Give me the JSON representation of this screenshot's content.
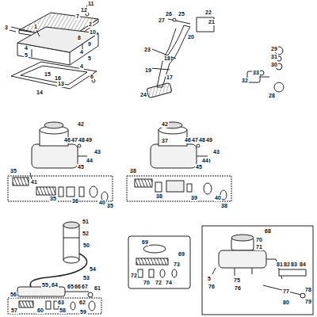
{
  "diagram": {
    "labels": [
      "11",
      "12",
      "7",
      "2",
      "10",
      "8",
      "1",
      "3",
      "4",
      "5",
      "9",
      "4",
      "5",
      "4",
      "15",
      "16",
      "13",
      "14",
      "6",
      "26",
      "25",
      "22",
      "27",
      "21",
      "20",
      "23",
      "18",
      "19",
      "17",
      "24",
      "29",
      "31",
      "30",
      "33",
      "32",
      "28",
      "42",
      "46",
      "47",
      "48",
      "49",
      "43",
      "44",
      "45",
      "35",
      "41",
      "35",
      "36",
      "40",
      "35",
      "42",
      "37",
      "46",
      "47",
      "48",
      "49",
      "43",
      "44",
      "45",
      "38",
      "38",
      "39",
      "40",
      "38",
      "51",
      "52",
      "50",
      "54",
      "53",
      "55",
      "64",
      "65",
      "66",
      "67",
      "61",
      "56",
      "63",
      "62",
      "57",
      "60",
      "58",
      "59",
      "69",
      "69",
      "73",
      "72",
      "70",
      "72",
      "74",
      "68",
      "70",
      "71",
      "81",
      "82",
      "83",
      "84",
      "5",
      "76",
      "75",
      "76",
      "77",
      "78",
      "79",
      "80"
    ]
  }
}
